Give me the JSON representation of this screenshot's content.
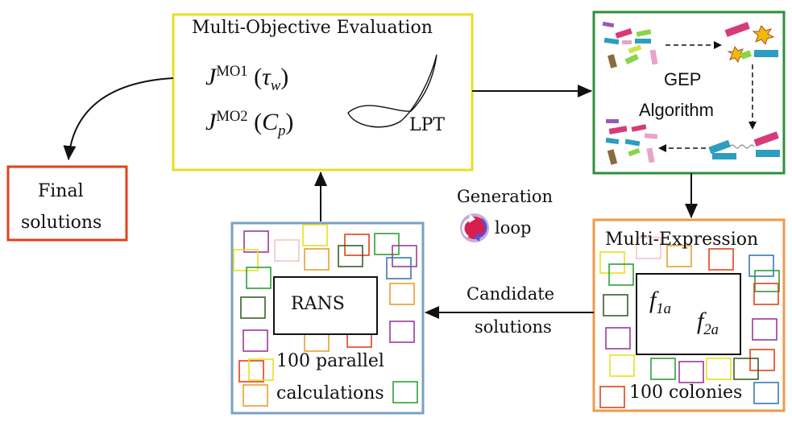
{
  "evaluation": {
    "title": "Multi-Objective Evaluation",
    "j1": {
      "base": "J",
      "sup": "MO1",
      "arg": "τ",
      "arg_sub": "w"
    },
    "j2": {
      "base": "J",
      "sup": "MO2",
      "arg": "C",
      "arg_sub": "p"
    },
    "blade_label": "LPT",
    "border_color": "#e6e020"
  },
  "final": {
    "line1": "Final",
    "line2": "solutions",
    "border_color": "#e0431a"
  },
  "gep": {
    "line1": "GEP",
    "line2": "Algorithm",
    "border_color": "#2f8f3a"
  },
  "generation_loop": {
    "line1": "Generation",
    "line2": "loop",
    "icon": "refresh-loop-icon"
  },
  "rans": {
    "label": "RANS",
    "caption_line1": "100 parallel",
    "caption_line2": "calculations",
    "border_color": "#7aa0c4"
  },
  "candidate": {
    "line1": "Candidate",
    "line2": "solutions"
  },
  "multi_expression": {
    "title": "Multi-Expression",
    "f1": {
      "base": "f",
      "sub": "1a"
    },
    "f2": {
      "base": "f",
      "sub": "2a"
    },
    "caption": "100 colonies",
    "border_color": "#ee9a4a"
  }
}
